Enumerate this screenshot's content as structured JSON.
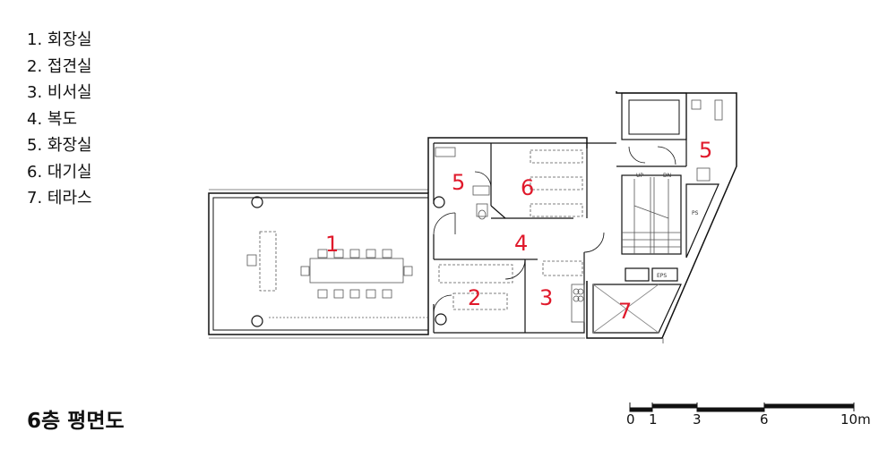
{
  "legend": [
    "1. 회장실",
    "2. 접견실",
    "3. 비서실",
    "4. 복도",
    "5. 화장실",
    "6. 대기실",
    "7. 테라스"
  ],
  "title": "6층 평면도",
  "rooms": [
    {
      "num": "1",
      "name": "회장실"
    },
    {
      "num": "2",
      "name": "접견실"
    },
    {
      "num": "3",
      "name": "비서실"
    },
    {
      "num": "4",
      "name": "복도"
    },
    {
      "num": "5",
      "name": "화장실"
    },
    {
      "num": "5",
      "name": "화장실"
    },
    {
      "num": "6",
      "name": "대기실"
    },
    {
      "num": "7",
      "name": "테라스"
    }
  ],
  "stair_labels": {
    "up": "UP",
    "down": "DN"
  },
  "shaft_labels": {
    "ps": "PS",
    "eps": "EPS"
  },
  "scale_bar": {
    "ticks": [
      "0",
      "1",
      "3",
      "6",
      "10m"
    ],
    "values_m": [
      0,
      1,
      3,
      6,
      10
    ]
  },
  "colors": {
    "room_number": "#e0192b",
    "wall": "#111111",
    "furniture": "#555555"
  }
}
